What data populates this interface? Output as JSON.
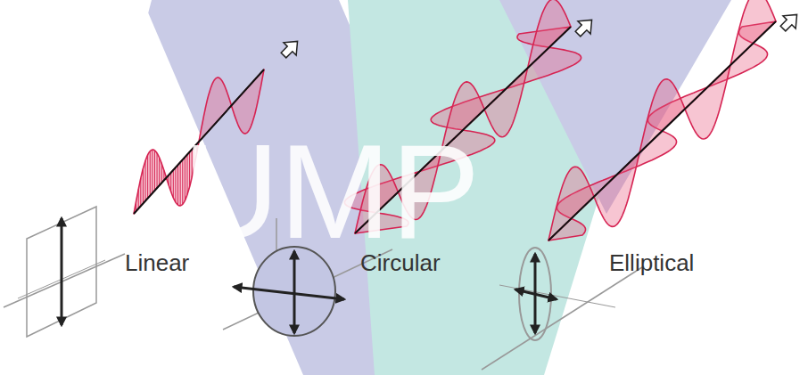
{
  "diagram": {
    "labels": [
      "UMP",
      "Linear",
      "Circular",
      "Elliptical"
    ]
  }
}
